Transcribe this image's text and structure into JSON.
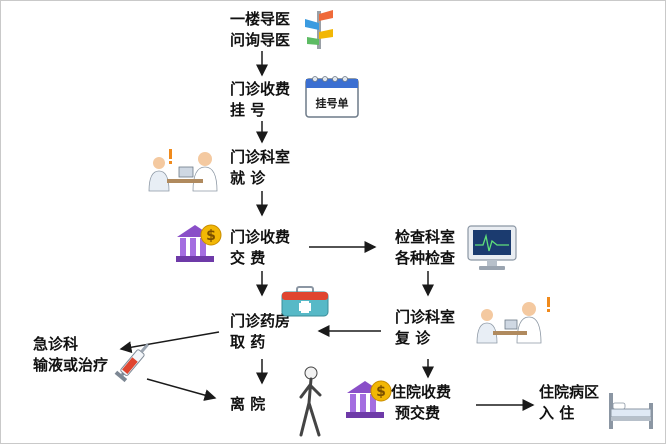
{
  "flow": {
    "guide": {
      "line1": "一楼导医",
      "line2": "问询导医"
    },
    "register": {
      "line1": "门诊收费",
      "line2a": "挂",
      "line2b": "号"
    },
    "clinic": {
      "line1": "门诊科室",
      "line2a": "就",
      "line2b": "诊"
    },
    "payment": {
      "line1": "门诊收费",
      "line2a": "交",
      "line2b": "费"
    },
    "exam": {
      "line1": "检查科室",
      "line2": "各种检查"
    },
    "pharmacy": {
      "line1": "门诊药房",
      "line2a": "取",
      "line2b": "药"
    },
    "recheck": {
      "line1": "门诊科室",
      "line2a": "复",
      "line2b": "诊"
    },
    "emergency": {
      "line1": "急诊科",
      "line2": "输液或治疗"
    },
    "leave": {
      "line1a": "离",
      "line1b": "院"
    },
    "inpatient_fee": {
      "line1": "住院收费",
      "line2": "预交费"
    },
    "ward": {
      "line1": "住院病区",
      "line2a": "入",
      "line2b": "住"
    }
  },
  "register_ticket": {
    "label": "挂号单"
  },
  "colors": {
    "arrow": "#1a1a1a",
    "bank_purple": "#8a4fc8",
    "coin_gold": "#f2b705",
    "doctor_coat": "#ffffff",
    "medkit_red": "#e0452f",
    "medkit_teal": "#57b9c7",
    "ticket_blue": "#3b6fd1",
    "signpost": "#ef6a3a"
  }
}
